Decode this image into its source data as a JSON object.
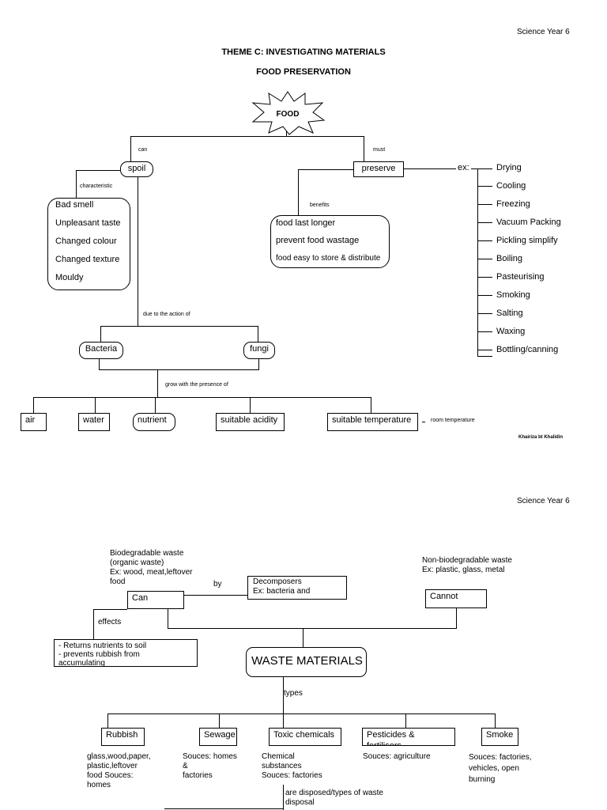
{
  "page1": {
    "header": "Science Year 6",
    "title": "THEME C: INVESTIGATING MATERIALS",
    "subtitle": "FOOD PRESERVATION",
    "center_node": "FOOD",
    "left": {
      "link_label": "can",
      "node": "spoil",
      "char_label": "characteristic",
      "characteristics": [
        "Bad smell",
        "Unpleasant taste",
        "Changed colour",
        "Changed texture",
        "Mouldy"
      ],
      "action_label": "due to the action of",
      "microbes": [
        "Bacteria",
        "fungi"
      ],
      "grow_label": "grow with the presence of",
      "conditions": [
        "air",
        "water",
        "nutrient",
        "suitable acidity",
        "suitable temperature"
      ],
      "temperature_note": "room temperature"
    },
    "right": {
      "link_label": "must",
      "node": "preserve",
      "ex_label": "ex:",
      "benefits_label": "benefits",
      "benefits": [
        "food last longer",
        "prevent food wastage",
        "food easy to store & distribute"
      ],
      "methods": [
        "Drying",
        "Cooling",
        "Freezing",
        "Vacuum Packing",
        "Pickling simplify",
        "Boiling",
        "Pasteurising",
        "Smoking",
        "Salting",
        "Waxing",
        "Bottling/canning"
      ]
    },
    "author": "Khairiza bt Khalidin"
  },
  "page2": {
    "header": "Science Year 6",
    "bio_label": [
      "Biodegradable waste",
      "(organic waste)",
      "Ex:  wood, meat,leftover",
      "food"
    ],
    "can_node": "Can",
    "by_label": "by",
    "decomposers": [
      "Decomposers",
      "Ex: bacteria and"
    ],
    "nonbio_label": [
      "Non-biodegradable waste",
      "Ex: plastic, glass, metal"
    ],
    "cannot_node": "Cannot",
    "effects_label": "effects",
    "effects": [
      "- Returns nutrients to soil",
      "- prevents rubbish from",
      "accumulating"
    ],
    "center_node": "WASTE MATERIALS",
    "types_label": "types",
    "types": [
      "Rubbish",
      "Sewage",
      "Toxic chemicals",
      "Pesticides & fertilisers",
      "Smoke"
    ],
    "type_notes": [
      [
        "glass,wood,paper,",
        "plastic,leftover",
        "food Souces:",
        "homes"
      ],
      [
        "Souces: homes",
        "&",
        "factories"
      ],
      [
        "Chemical",
        "substances",
        "Souces: factories"
      ],
      [
        "Souces: agriculture"
      ],
      [
        "Souces: factories,",
        "vehicles, open",
        "burning"
      ]
    ],
    "disposal_label": [
      "are disposed/types of waste",
      "disposal"
    ]
  }
}
